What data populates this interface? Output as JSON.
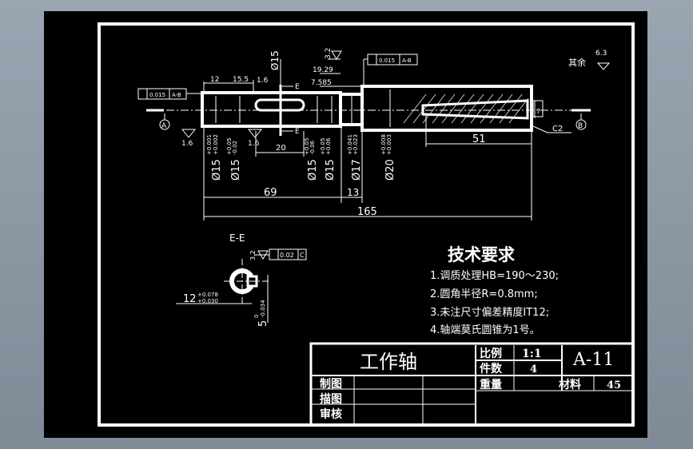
{
  "colors": {
    "background": "#000000",
    "lines": "#ffffff",
    "viewport": "#8f9aa7"
  },
  "dimensions": {
    "d12": "12",
    "d15_5": "15.5",
    "d1_6_top": "1.6",
    "d19_29": "19.29",
    "d7_585": "7.585",
    "phi15_top": "Ø15",
    "ra3_2": "3.2",
    "tol_box": "0.015",
    "ref_ab": "A-B",
    "tol_box_left": "0.015",
    "ref_ab_left": "A-B",
    "d1_6_a": "1.6",
    "d1_6_b": "1.6",
    "d20": "20",
    "d69": "69",
    "d13": "13",
    "d165": "165",
    "d51": "51",
    "phi15_1": "Ø15",
    "phi15_1_tol_up": "+0.001",
    "phi15_1_tol_lo": "+0.002",
    "phi15_2": "Ø15",
    "phi15_2_tol_up": "+0.05",
    "phi15_2_tol_lo": "-0.02",
    "phi15_3": "Ø15",
    "phi15_3_tol_up": "+0.05",
    "phi15_3_tol_lo": "-0.06",
    "phi15_4": "Ø15",
    "phi15_4_tol_up": "+0.05",
    "phi15_4_tol_lo": "+0.06",
    "phi17": "Ø17",
    "phi17_tol_up": "+0.041",
    "phi17_tol_lo": "+0.023",
    "phi20": "Ø20",
    "phi20_tol_up": "+0.008",
    "phi20_tol_lo": "+0.003",
    "d7": "7",
    "c2": "C2",
    "e": "E",
    "datum_a": "A",
    "datum_b": "B",
    "rest": "其余",
    "ra6_3": "6.3"
  },
  "section": {
    "title": "E-E",
    "ra": "3.2",
    "sym_tol": "0.02",
    "sym_ref": "C",
    "width": "12",
    "width_tol_up": "+0.078",
    "width_tol_lo": "+0.030",
    "depth": "5",
    "depth_tol_up": "0",
    "depth_tol_lo": "-0.034"
  },
  "notes": {
    "title": "技术要求",
    "items": [
      "1.调质处理HB=190～230;",
      "2.圆角半径R=0.8mm;",
      "3.未注尺寸偏差精度IT12;",
      "4.轴端莫氏圆锥为1号。"
    ]
  },
  "title_block": {
    "name": "工作轴",
    "scale_label": "比例",
    "scale": "1:1",
    "drawing_no": "A-11",
    "qty_label": "件数",
    "qty": "4",
    "weight_label": "重量",
    "material_label": "材料",
    "material": "45",
    "drawn": "制图",
    "traced": "描图",
    "checked": "审核"
  }
}
